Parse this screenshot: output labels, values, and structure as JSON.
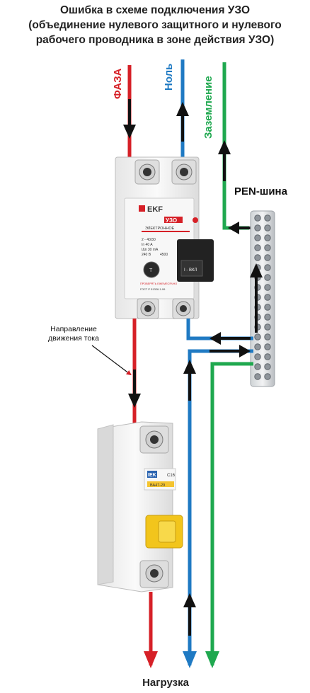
{
  "title": {
    "line1": "Ошибка в схеме подключения УЗО",
    "line2": "(объединение нулевого защитного и нулевого",
    "line3": "рабочего проводника в зоне действия УЗО)"
  },
  "wires": {
    "phase_label": "ФАЗА",
    "neutral_label": "Ноль",
    "ground_label": "Заземление",
    "phase_color": "#d62027",
    "neutral_color": "#1f7ac3",
    "ground_color": "#1fa84f"
  },
  "pen_bus_label": "PEN-шина",
  "annotation": {
    "line1": "Направление",
    "line2": "движения тока"
  },
  "load_label": "Нагрузка",
  "rcd": {
    "brand": "EKF",
    "type": "УЗО",
    "subtitle": "ЭЛЕКТРОННОЕ",
    "spec1": "2 - 40/30",
    "spec2": "In 40 A",
    "spec3": "IΔn 30 mA",
    "spec4": "240 В",
    "spec5": "4500",
    "test_text": "ПРОВЕРЯТЬ ЕЖЕМЕСЯЧНО",
    "standard": "ГОСТ Р 51326.1-99",
    "switch_text": "I - ВКЛ",
    "test_button": "T"
  },
  "breaker": {
    "brand": "IEK",
    "model": "ВА47-29",
    "rating": "C16"
  }
}
